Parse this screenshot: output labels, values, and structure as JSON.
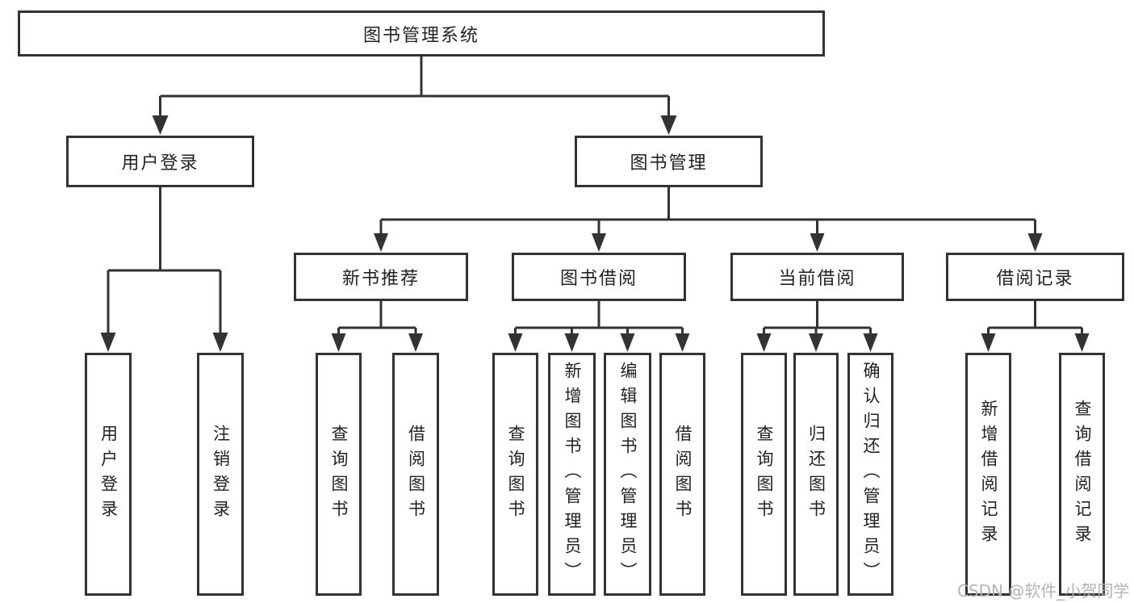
{
  "tree": {
    "label": "图书管理系统",
    "children": [
      {
        "label": "用户登录",
        "children": [
          {
            "label": "用户登录"
          },
          {
            "label": "注销登录"
          }
        ]
      },
      {
        "label": "图书管理",
        "children": [
          {
            "label": "新书推荐",
            "children": [
              {
                "label": "查询图书"
              },
              {
                "label": "借阅图书"
              }
            ]
          },
          {
            "label": "图书借阅",
            "children": [
              {
                "label": "查询图书"
              },
              {
                "label": "新增图书（管理员）"
              },
              {
                "label": "编辑图书（管理员）"
              },
              {
                "label": "借阅图书"
              }
            ]
          },
          {
            "label": "当前借阅",
            "children": [
              {
                "label": "查询图书"
              },
              {
                "label": "归还图书"
              },
              {
                "label": "确认归还（管理员）"
              }
            ]
          },
          {
            "label": "借阅记录",
            "children": [
              {
                "label": "新增借阅记录"
              },
              {
                "label": "查询借阅记录"
              }
            ]
          }
        ]
      }
    ]
  },
  "watermark": {
    "text": "CSDN @软件_小贺同学"
  },
  "colors": {
    "line": "#333333",
    "text": "#222222",
    "box_bg": "#ffffff",
    "bg": "#ffffff",
    "watermark": "#b3b3b3"
  }
}
